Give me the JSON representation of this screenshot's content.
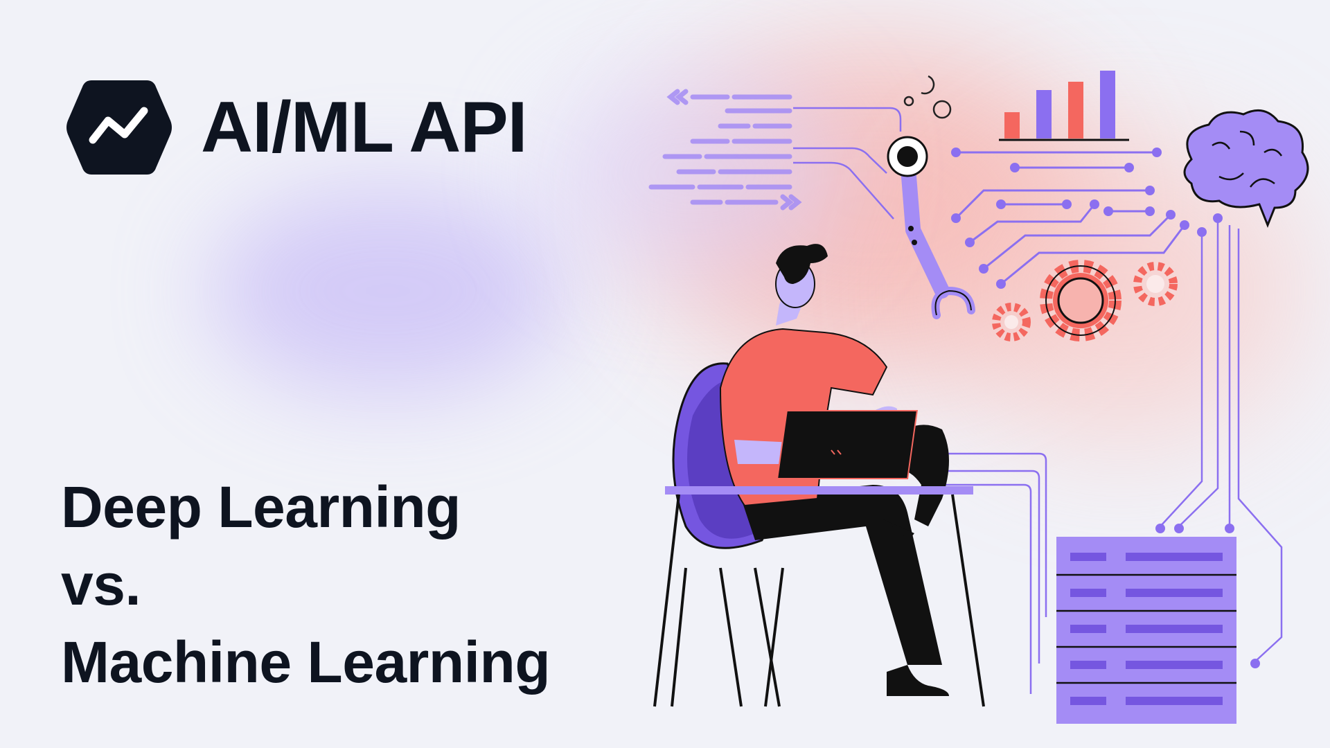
{
  "brand": {
    "name": "AI/ML API",
    "logo_icon": "trend-line-icon",
    "logo_color": "#0e1420"
  },
  "headline": {
    "line1": "Deep Learning",
    "line2": "vs.",
    "line3": "Machine Learning"
  },
  "palette": {
    "background": "#f1f2f8",
    "purple": "#8b6ff0",
    "purple_light": "#b8a6ff",
    "coral": "#f4675f",
    "ink": "#111111"
  },
  "illustration": {
    "icons": [
      "person-at-laptop-icon",
      "robot-arm-icon",
      "bar-chart-icon",
      "brain-icon",
      "gears-icon",
      "server-rack-icon",
      "circuit-lines-icon",
      "code-lines-icon"
    ]
  }
}
